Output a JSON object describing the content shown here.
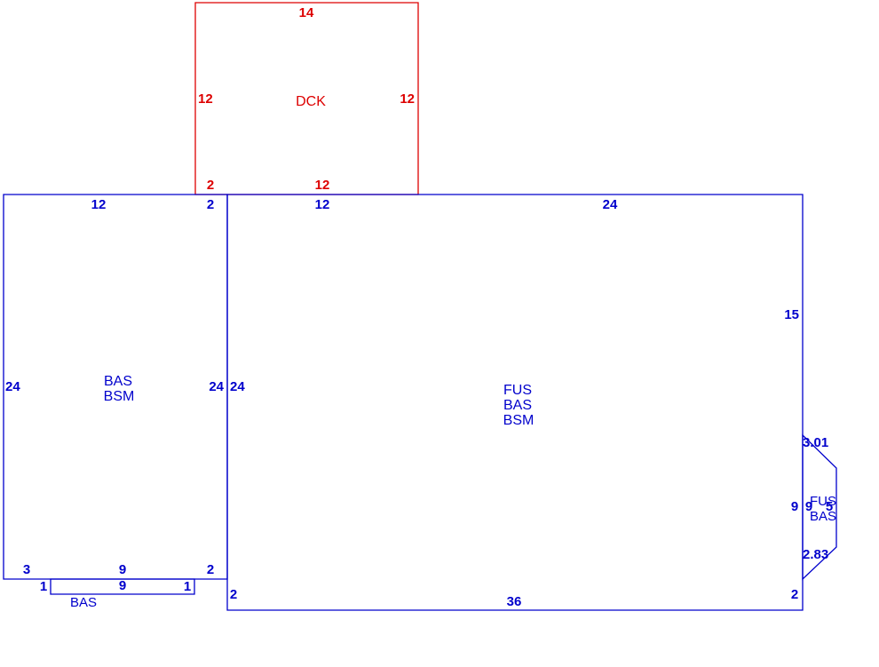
{
  "colors": {
    "blue": "#0000cc",
    "red": "#dd0000",
    "background": "#ffffff"
  },
  "deck": {
    "code": "DCK",
    "top": "14",
    "left": "12",
    "right": "12",
    "bottom_left": "2",
    "bottom": "12"
  },
  "left_section": {
    "codes": [
      "BAS",
      "BSM"
    ],
    "top": "12",
    "top_right": "2",
    "left": "24",
    "right": "24",
    "bottom_left": "3",
    "bottom": "9",
    "bottom_right": "2"
  },
  "step_section": {
    "code": "BAS",
    "left": "1",
    "top": "9",
    "right": "1"
  },
  "main_section": {
    "codes": [
      "FUS",
      "BAS",
      "BSM"
    ],
    "top_left": "12",
    "top_right": "24",
    "left": "24",
    "right_upper": "15",
    "bottom": "36",
    "bottom_left": "2",
    "bottom_right": "2"
  },
  "bay_section": {
    "codes": [
      "FUS",
      "BAS"
    ],
    "diag_top": "3.01",
    "diag_bottom": "2.83",
    "inner_left": "9",
    "inner_mid": "9",
    "outer": "5"
  }
}
